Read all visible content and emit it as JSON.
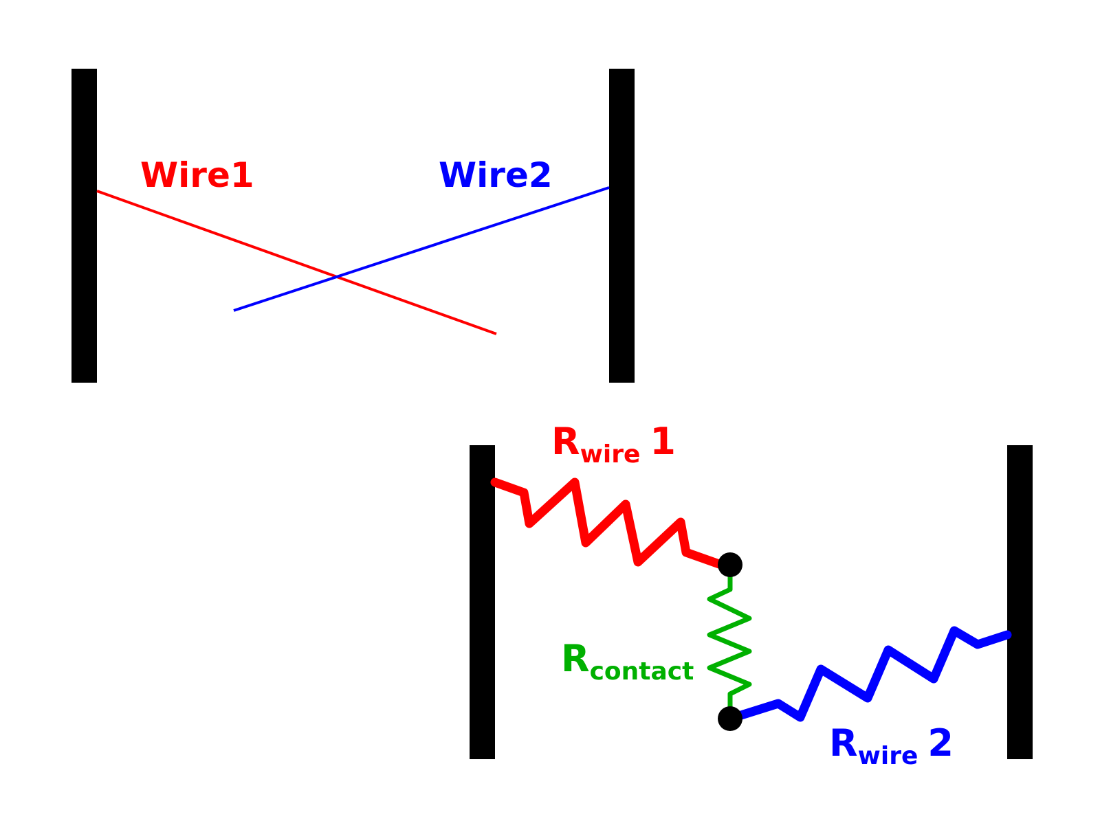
{
  "colors": {
    "electrode": "#000000",
    "wire1": "#ff0000",
    "wire2": "#0000ff",
    "contact": "#00b000",
    "node": "#000000"
  },
  "top_diagram": {
    "wire1_label": "Wire1",
    "wire2_label": "Wire2"
  },
  "bottom_diagram": {
    "r_wire1": {
      "main": "R",
      "sub": "wire",
      "suffix": "1"
    },
    "r_contact": {
      "main": "R",
      "sub": "contact"
    },
    "r_wire2": {
      "main": "R",
      "sub": "wire",
      "suffix": "2"
    }
  }
}
